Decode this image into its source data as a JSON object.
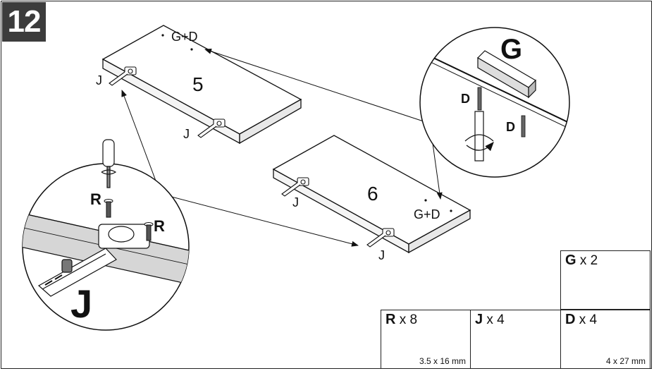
{
  "step": {
    "number": "12"
  },
  "panels": [
    {
      "number": "5",
      "marking": "G+D",
      "hinge_label_1": "J",
      "hinge_label_2": "J"
    },
    {
      "number": "6",
      "marking": "G+D",
      "hinge_label_1": "J",
      "hinge_label_2": "J"
    }
  ],
  "detail_left": {
    "screw_label_1": "R",
    "screw_label_2": "R",
    "hinge_label": "J"
  },
  "detail_right": {
    "handle_label": "G",
    "dowel_label_1": "D",
    "dowel_label_2": "D"
  },
  "parts": {
    "g": {
      "code": "G",
      "qty": "x 2"
    },
    "r": {
      "code": "R",
      "qty": "x 8",
      "size": "3.5 x 16 mm"
    },
    "j": {
      "code": "J",
      "qty": "x 4"
    },
    "d": {
      "code": "D",
      "qty": "x 4",
      "size": "4 x 27 mm"
    }
  },
  "icons": [
    "phillips-head-icon",
    "screw-icon",
    "hinge-icon",
    "dowel-icon",
    "handle-icon",
    "screwdriver-icon"
  ]
}
